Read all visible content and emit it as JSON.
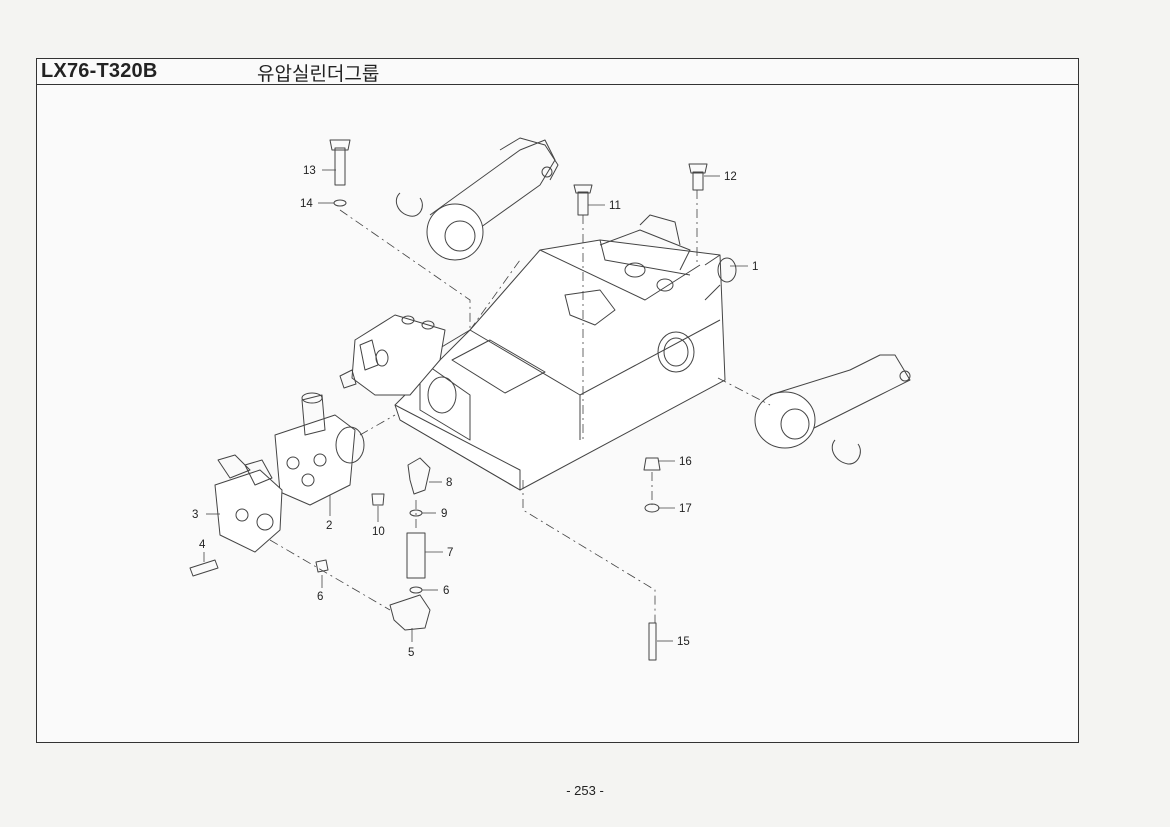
{
  "header": {
    "code": "LX76-T320B",
    "title": "유압실린더그룹"
  },
  "callouts": [
    "1",
    "2",
    "3",
    "4",
    "5",
    "6",
    "6",
    "7",
    "8",
    "9",
    "10",
    "11",
    "12",
    "13",
    "14",
    "15",
    "16",
    "17"
  ],
  "footer": {
    "page": "- 253 -"
  }
}
